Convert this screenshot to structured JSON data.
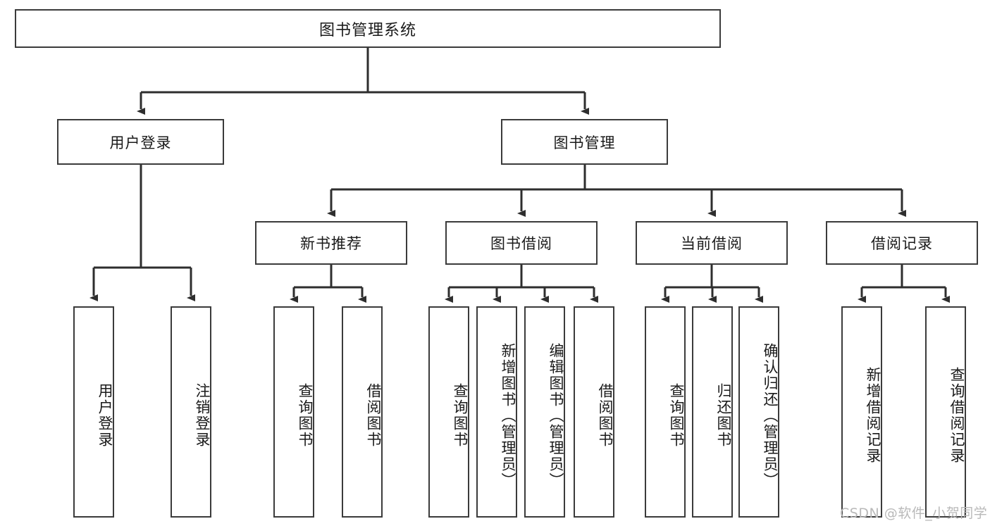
{
  "diagram": {
    "type": "hierarchy-tree",
    "title": "图书管理系统",
    "watermark": "CSDN @软件_小贺同学",
    "colors": {
      "box_border": "#3b3b3b",
      "box_fill": "#ffffff",
      "edge": "#2e2e2e",
      "text": "#1a1a1a",
      "watermark": "#b9b9b9"
    },
    "levels": {
      "root": "图书管理系统",
      "level2": [
        "用户登录",
        "图书管理"
      ],
      "level3": [
        "新书推荐",
        "图书借阅",
        "当前借阅",
        "借阅记录"
      ]
    },
    "nodes": {
      "root": {
        "label": "图书管理系统"
      },
      "user_login": {
        "label": "用户登录"
      },
      "book_manage": {
        "label": "图书管理"
      },
      "new_book_rec": {
        "label": "新书推荐"
      },
      "book_borrow": {
        "label": "图书借阅"
      },
      "current_borrow": {
        "label": "当前借阅"
      },
      "borrow_record": {
        "label": "借阅记录"
      },
      "leaf_user_login": {
        "label": "用户登录"
      },
      "leaf_user_logout": {
        "label": "注销登录"
      },
      "leaf_query_book_1": {
        "label": "查询图书"
      },
      "leaf_borrow_book_1": {
        "label": "借阅图书"
      },
      "leaf_query_book_2": {
        "label": "查询图书"
      },
      "leaf_add_book_admin": {
        "label": "新增图书（管理员）"
      },
      "leaf_edit_book_admin": {
        "label": "编辑图书（管理员）"
      },
      "leaf_borrow_book_2": {
        "label": "借阅图书"
      },
      "leaf_query_book_3": {
        "label": "查询图书"
      },
      "leaf_return_book": {
        "label": "归还图书"
      },
      "leaf_confirm_return_admin": {
        "label": "确认归还（管理员）"
      },
      "leaf_add_record": {
        "label": "新增借阅记录"
      },
      "leaf_query_record": {
        "label": "查询借阅记录"
      }
    },
    "edges": [
      {
        "from": "root",
        "to": "user_login"
      },
      {
        "from": "root",
        "to": "book_manage"
      },
      {
        "from": "user_login",
        "to": "leaf_user_login"
      },
      {
        "from": "user_login",
        "to": "leaf_user_logout"
      },
      {
        "from": "book_manage",
        "to": "new_book_rec"
      },
      {
        "from": "book_manage",
        "to": "book_borrow"
      },
      {
        "from": "book_manage",
        "to": "current_borrow"
      },
      {
        "from": "book_manage",
        "to": "borrow_record"
      },
      {
        "from": "new_book_rec",
        "to": "leaf_query_book_1"
      },
      {
        "from": "new_book_rec",
        "to": "leaf_borrow_book_1"
      },
      {
        "from": "book_borrow",
        "to": "leaf_query_book_2"
      },
      {
        "from": "book_borrow",
        "to": "leaf_add_book_admin"
      },
      {
        "from": "book_borrow",
        "to": "leaf_edit_book_admin"
      },
      {
        "from": "book_borrow",
        "to": "leaf_borrow_book_2"
      },
      {
        "from": "current_borrow",
        "to": "leaf_query_book_3"
      },
      {
        "from": "current_borrow",
        "to": "leaf_return_book"
      },
      {
        "from": "current_borrow",
        "to": "leaf_confirm_return_admin"
      },
      {
        "from": "borrow_record",
        "to": "leaf_add_record"
      },
      {
        "from": "borrow_record",
        "to": "leaf_query_record"
      }
    ]
  }
}
